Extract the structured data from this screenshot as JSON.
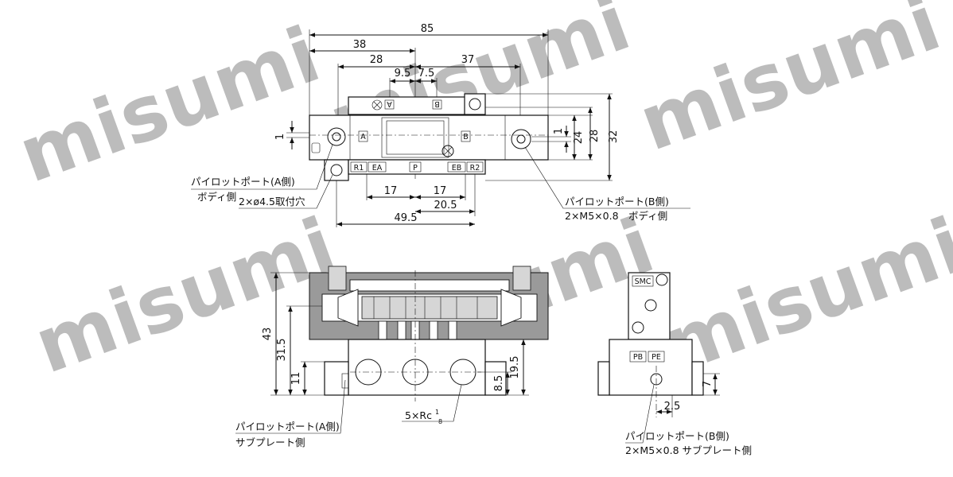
{
  "watermark": "misumi",
  "top_view": {
    "dims": {
      "overall": "85",
      "left_38": "38",
      "left_28": "28",
      "mid_9_5": "9.5",
      "mid_7_5": "7.5",
      "right_37": "37",
      "height_1_left": "1",
      "height_1_right": "1",
      "height_24": "24",
      "height_28": "28",
      "height_32": "32",
      "bottom_17a": "17",
      "bottom_17b": "17",
      "bottom_20_5": "20.5",
      "bottom_49_5": "49.5"
    },
    "ports": {
      "a": "A",
      "b": "B",
      "r1": "R1",
      "ea": "EA",
      "p": "P",
      "eb": "EB",
      "r2": "R2",
      "top_a": "A",
      "top_b": "B"
    },
    "labels": {
      "pilot_a_line1": "パイロットポート(A側)",
      "pilot_a_line2": "ボディ側",
      "mount_holes": "2×ø4.5取付穴",
      "pilot_b_line1": "パイロットポート(B側)",
      "pilot_b_line2": "2×M5×0.8　ボディ側"
    }
  },
  "front_view": {
    "dims": {
      "h43": "43",
      "h31_5": "31.5",
      "h11": "11",
      "h19_5": "19.5",
      "h8_5": "8.5"
    },
    "labels": {
      "pilot_a_line1": "パイロットポート(A側)",
      "pilot_a_line2": "サブプレート側",
      "ports_rc_prefix": "5×Rc",
      "ports_rc_num": "1",
      "ports_rc_den": "8"
    }
  },
  "side_view": {
    "dims": {
      "h7": "7",
      "w2_5": "2.5"
    },
    "ports": {
      "smc": "SMC",
      "pb": "PB",
      "pe": "PE"
    },
    "labels": {
      "pilot_b_line1": "パイロットポート(B側)",
      "pilot_b_line2": "2×M5×0.8 サブプレート側"
    }
  }
}
